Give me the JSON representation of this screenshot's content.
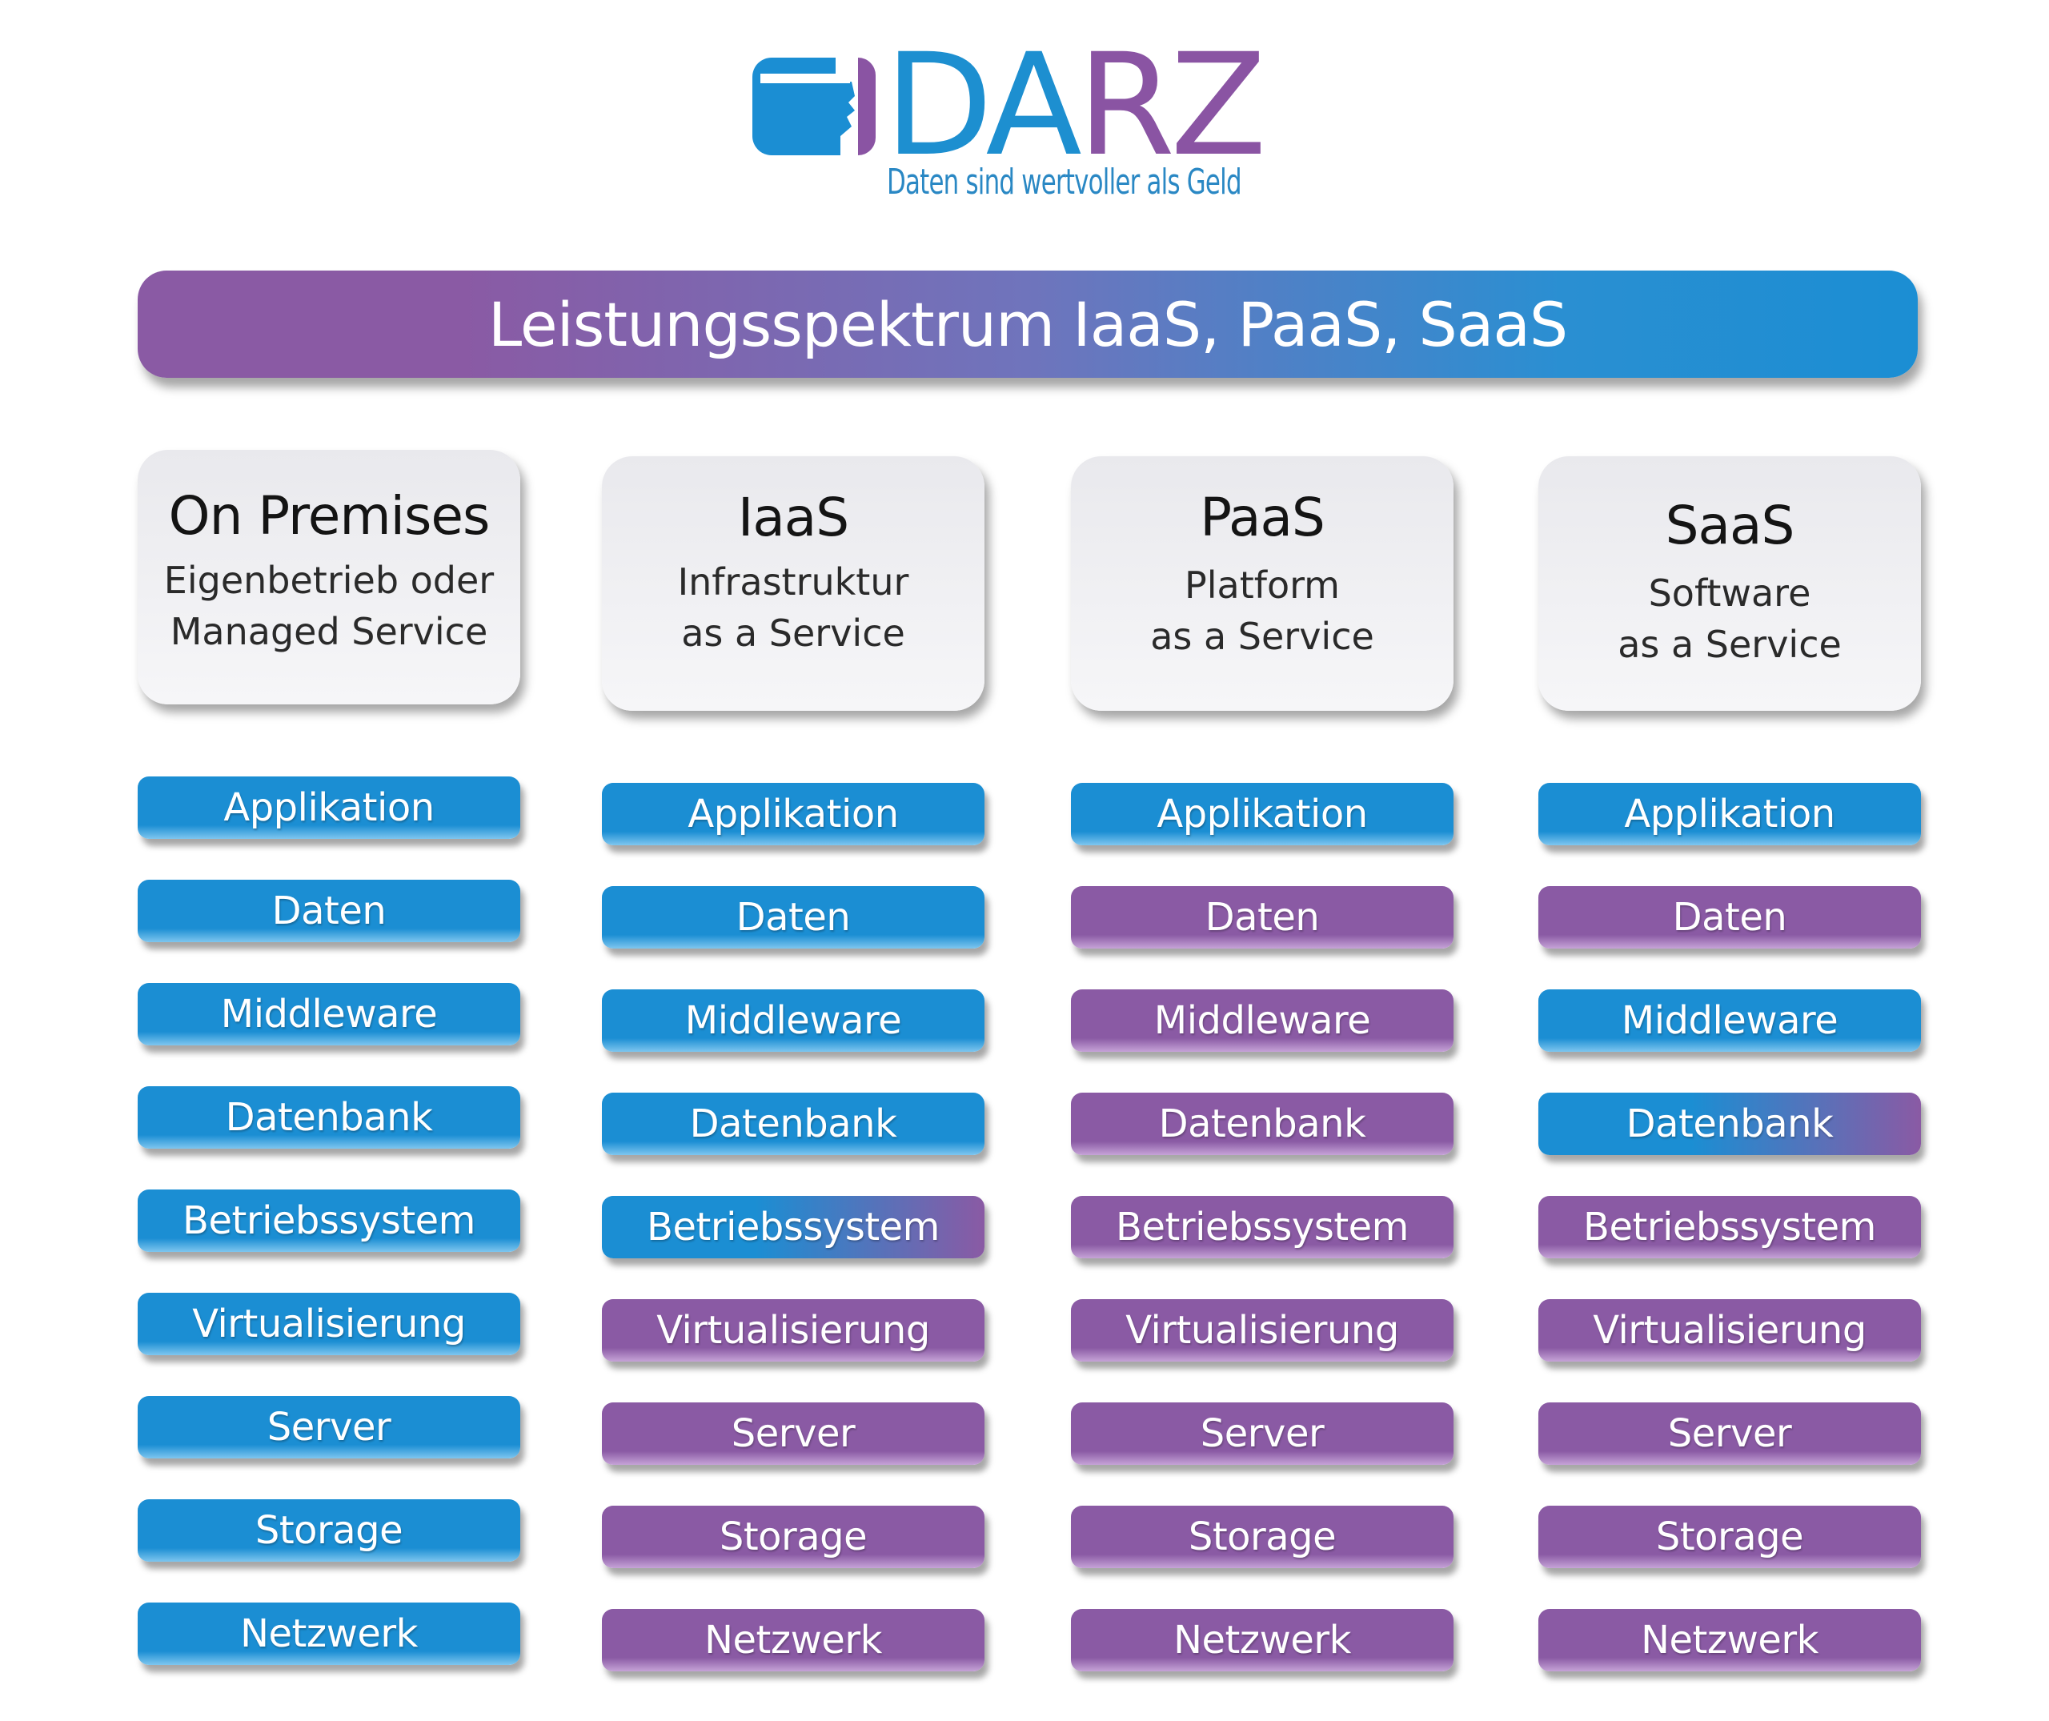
{
  "logo": {
    "letters": [
      "D",
      "A",
      "R",
      "Z"
    ],
    "tagline": "Daten sind wertvoller als Geld",
    "colors": {
      "blue": "#1d8fd0",
      "purple": "#8a54a3"
    }
  },
  "banner": {
    "title": "Leistungsspektrum IaaS, PaaS, SaaS"
  },
  "colors": {
    "managed_by_you": "#1b8ed3",
    "provided_by_service": "#8a5aa4"
  },
  "columns": [
    {
      "title": "On Premises",
      "subtitle": [
        "Eigenbetrieb oder",
        "Managed Service"
      ],
      "layers": [
        {
          "label": "Applikation",
          "color": "blue"
        },
        {
          "label": "Daten",
          "color": "blue"
        },
        {
          "label": "Middleware",
          "color": "blue"
        },
        {
          "label": "Datenbank",
          "color": "blue"
        },
        {
          "label": "Betriebssystem",
          "color": "blue"
        },
        {
          "label": "Virtualisierung",
          "color": "blue"
        },
        {
          "label": "Server",
          "color": "blue"
        },
        {
          "label": "Storage",
          "color": "blue"
        },
        {
          "label": "Netzwerk",
          "color": "blue"
        }
      ]
    },
    {
      "title": "IaaS",
      "subtitle": [
        "Infrastruktur",
        "as a Service"
      ],
      "layers": [
        {
          "label": "Applikation",
          "color": "blue"
        },
        {
          "label": "Daten",
          "color": "blue"
        },
        {
          "label": "Middleware",
          "color": "blue"
        },
        {
          "label": "Datenbank",
          "color": "blue"
        },
        {
          "label": "Betriebssystem",
          "color": "blue-purple"
        },
        {
          "label": "Virtualisierung",
          "color": "purple"
        },
        {
          "label": "Server",
          "color": "purple"
        },
        {
          "label": "Storage",
          "color": "purple"
        },
        {
          "label": "Netzwerk",
          "color": "purple"
        }
      ]
    },
    {
      "title": "PaaS",
      "subtitle": [
        "Platform",
        "as a Service"
      ],
      "layers": [
        {
          "label": "Applikation",
          "color": "blue"
        },
        {
          "label": "Daten",
          "color": "purple"
        },
        {
          "label": "Middleware",
          "color": "purple"
        },
        {
          "label": "Datenbank",
          "color": "purple"
        },
        {
          "label": "Betriebssystem",
          "color": "purple"
        },
        {
          "label": "Virtualisierung",
          "color": "purple"
        },
        {
          "label": "Server",
          "color": "purple"
        },
        {
          "label": "Storage",
          "color": "purple"
        },
        {
          "label": "Netzwerk",
          "color": "purple"
        }
      ]
    },
    {
      "title": "SaaS",
      "subtitle": [
        "Software",
        "as a Service"
      ],
      "layers": [
        {
          "label": "Applikation",
          "color": "blue"
        },
        {
          "label": "Daten",
          "color": "purple"
        },
        {
          "label": "Middleware",
          "color": "blue"
        },
        {
          "label": "Datenbank",
          "color": "blue-purple"
        },
        {
          "label": "Betriebssystem",
          "color": "purple"
        },
        {
          "label": "Virtualisierung",
          "color": "purple"
        },
        {
          "label": "Server",
          "color": "purple"
        },
        {
          "label": "Storage",
          "color": "purple"
        },
        {
          "label": "Netzwerk",
          "color": "purple"
        }
      ]
    }
  ]
}
